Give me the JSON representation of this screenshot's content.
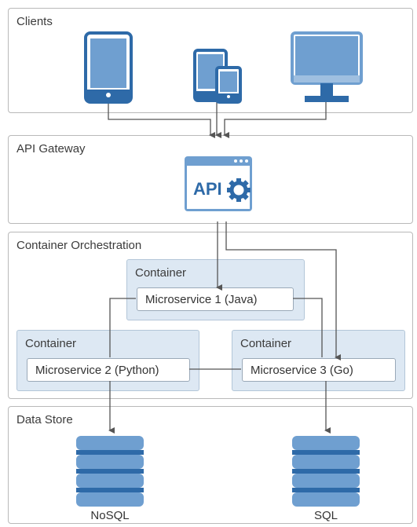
{
  "sections": {
    "clients": "Clients",
    "gateway": "API Gateway",
    "orchestration": "Container Orchestration",
    "datastore": "Data Store"
  },
  "gateway_icon_text": "API",
  "containers": [
    {
      "label": "Container",
      "service": "Microservice 1 (Java)"
    },
    {
      "label": "Container",
      "service": "Microservice 2 (Python)"
    },
    {
      "label": "Container",
      "service": "Microservice 3 (Go)"
    }
  ],
  "stores": [
    {
      "label": "NoSQL"
    },
    {
      "label": "SQL"
    }
  ],
  "icons": [
    "tablet-icon",
    "mobile-devices-icon",
    "desktop-monitor-icon",
    "api-gear-icon",
    "database-icon"
  ],
  "colors": {
    "accent": "#2e6aa8",
    "light_blue": "#6f9fd0",
    "container_fill": "#dde8f3",
    "line": "#555555"
  }
}
